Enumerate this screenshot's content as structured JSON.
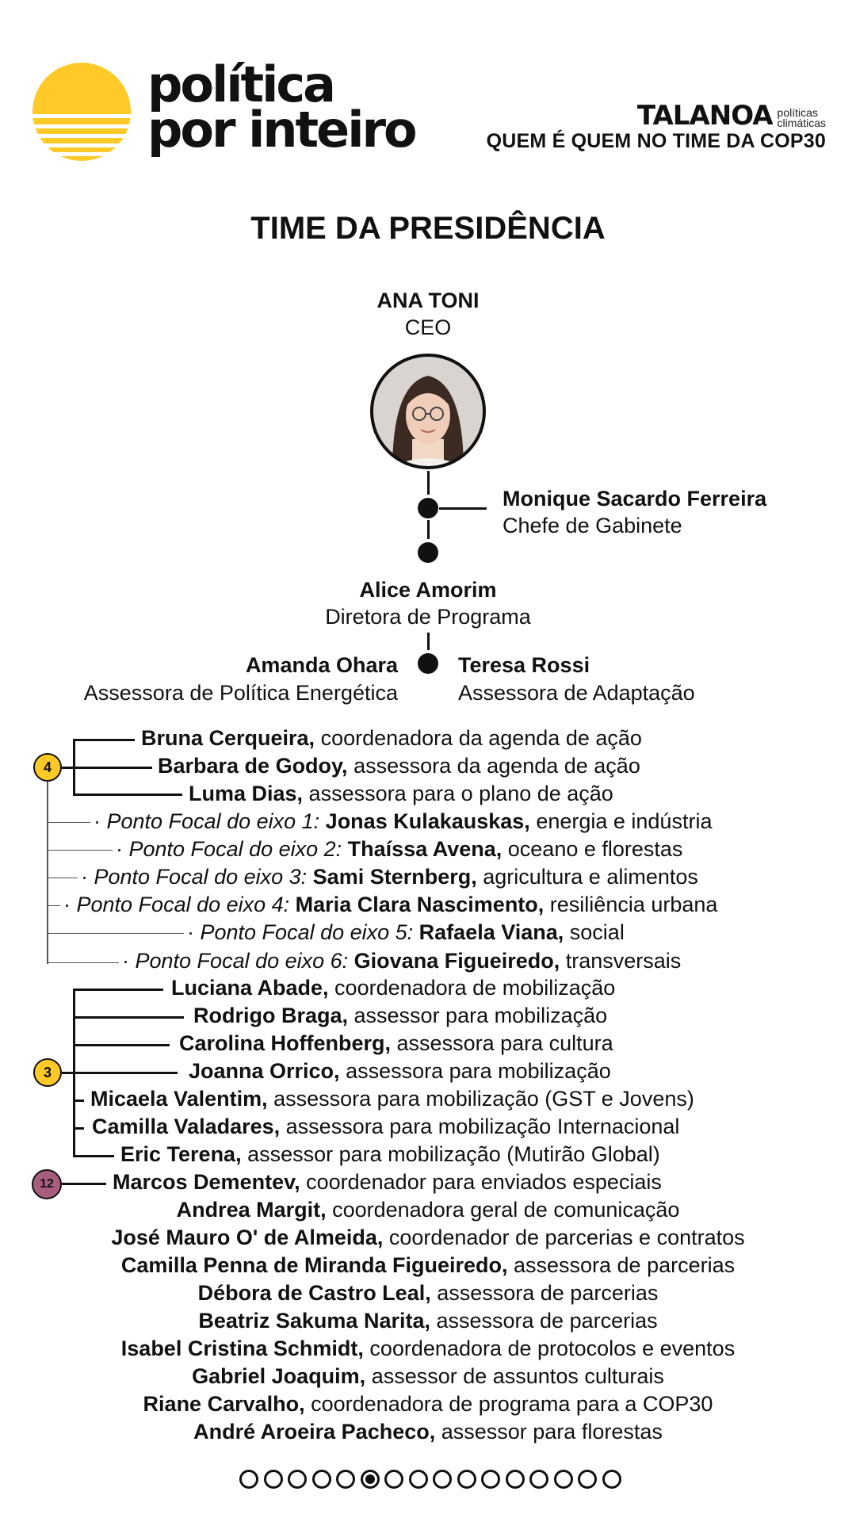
{
  "header": {
    "brand_line1": "política",
    "brand_line2": "por inteiro",
    "partner_logo": "TALANOA",
    "partner_sub1": "políticas",
    "partner_sub2": "climáticas",
    "series_title": "QUEM É QUEM NO TIME DA COP30"
  },
  "colors": {
    "sun": "#FFC928",
    "purple_badge": "#A85C7E"
  },
  "section_title": "TIME DA PRESIDÊNCIA",
  "ceo": {
    "name": "ANA TONI",
    "role": "CEO"
  },
  "chief_of_staff": {
    "name": "Monique Sacardo Ferreira",
    "role": "Chefe de Gabinete"
  },
  "director": {
    "name": "Alice Amorim",
    "role": "Diretora de Programa"
  },
  "advisor_left": {
    "name": "Amanda Ohara",
    "role": "Assessora de Política Energética"
  },
  "advisor_right": {
    "name": "Teresa Rossi",
    "role": "Assessora de Adaptação"
  },
  "group1": {
    "badge": "4",
    "members": [
      {
        "name": "Bruna Cerqueira,",
        "role": " coordenadora da agenda de ação"
      },
      {
        "name": "Barbara de Godoy,",
        "role": " assessora da agenda de ação"
      },
      {
        "name": "Luma Dias,",
        "role": " assessora para o plano de ação"
      }
    ],
    "focal": [
      {
        "prefix": "Ponto Focal do eixo 1: ",
        "name": "Jonas Kulakauskas,",
        "role": " energia e indústria"
      },
      {
        "prefix": "Ponto Focal do eixo 2: ",
        "name": "Thaíssa Avena,",
        "role": " oceano e florestas"
      },
      {
        "prefix": "Ponto Focal do eixo 3: ",
        "name": "Sami Sternberg,",
        "role": " agricultura e alimentos"
      },
      {
        "prefix": "Ponto Focal do eixo 4: ",
        "name": "Maria Clara Nascimento,",
        "role": " resiliência urbana"
      },
      {
        "prefix": "Ponto Focal do eixo 5: ",
        "name": "Rafaela Viana,",
        "role": " social"
      },
      {
        "prefix": "Ponto Focal do eixo 6: ",
        "name": "Giovana Figueiredo,",
        "role": " transversais"
      }
    ]
  },
  "group2": {
    "badge": "3",
    "members": [
      {
        "name": "Luciana Abade,",
        "role": " coordenadora de mobilização"
      },
      {
        "name": "Rodrigo Braga,",
        "role": " assessor para mobilização"
      },
      {
        "name": "Carolina Hoffenberg,",
        "role": " assessora para cultura"
      },
      {
        "name": "Joanna Orrico,",
        "role": " assessora para mobilização"
      },
      {
        "name": "Micaela Valentim,",
        "role": " assessora para mobilização (GST e Jovens)"
      },
      {
        "name": "Camilla Valadares,",
        "role": " assessora para mobilização Internacional"
      },
      {
        "name": "Eric Terena,",
        "role": " assessor para mobilização (Mutirão Global)"
      }
    ]
  },
  "group3": {
    "badge": "12",
    "lead": {
      "name": "Marcos Dementev,",
      "role": " coordenador para enviados especiais"
    },
    "others": [
      {
        "name": "Andrea Margit,",
        "role": " coordenadora geral de comunicação"
      },
      {
        "name": "José Mauro O' de Almeida,",
        "role": " coordenador de parcerias e contratos"
      },
      {
        "name": "Camilla Penna de Miranda Figueiredo,",
        "role": " assessora de parcerias"
      },
      {
        "name": "Débora de Castro Leal,",
        "role": " assessora de parcerias"
      },
      {
        "name": "Beatriz Sakuma Narita,",
        "role": " assessora de parcerias"
      },
      {
        "name": "Isabel Cristina Schmidt,",
        "role": " coordenadora de protocolos e eventos"
      },
      {
        "name": "Gabriel Joaquim,",
        "role": " assessor de assuntos culturais"
      },
      {
        "name": "Riane Carvalho,",
        "role": " coordenadora de programa para a COP30"
      },
      {
        "name": "André Aroeira Pacheco,",
        "role": " assessor para florestas"
      }
    ]
  },
  "pagination": {
    "total": 16,
    "current": 6
  }
}
